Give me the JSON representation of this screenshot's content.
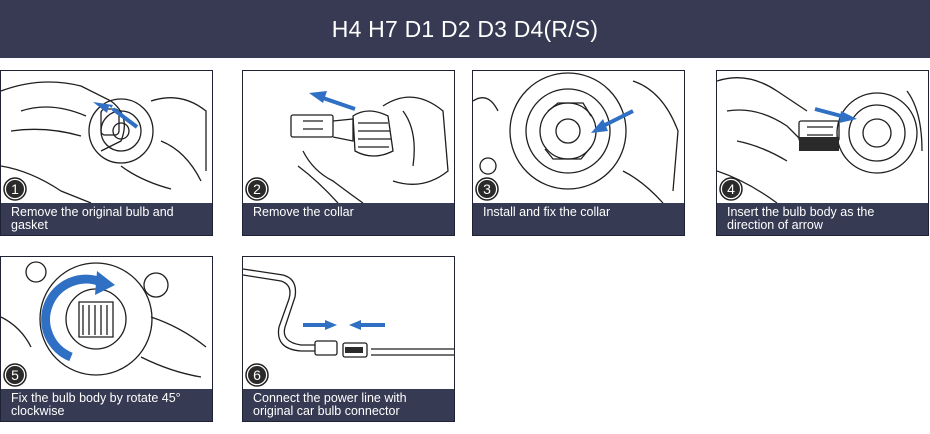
{
  "header": {
    "title": "H4 H7 D1 D2 D3 D4(R/S)"
  },
  "colors": {
    "header_bg": "#373a52",
    "caption_bg": "#363a52",
    "arrow_blue": "#2f6fc4",
    "line_art": "#1f1f1f"
  },
  "steps": [
    {
      "number": "1",
      "caption": "Remove the original bulb and gasket"
    },
    {
      "number": "2",
      "caption": "Remove the collar"
    },
    {
      "number": "3",
      "caption": "Install and fix the collar"
    },
    {
      "number": "4",
      "caption": "Insert the bulb body as the direction of arrow"
    },
    {
      "number": "5",
      "caption": "Fix the bulb body by rotate 45° clockwise"
    },
    {
      "number": "6",
      "caption": "Connect the power line with original car bulb connector"
    }
  ]
}
